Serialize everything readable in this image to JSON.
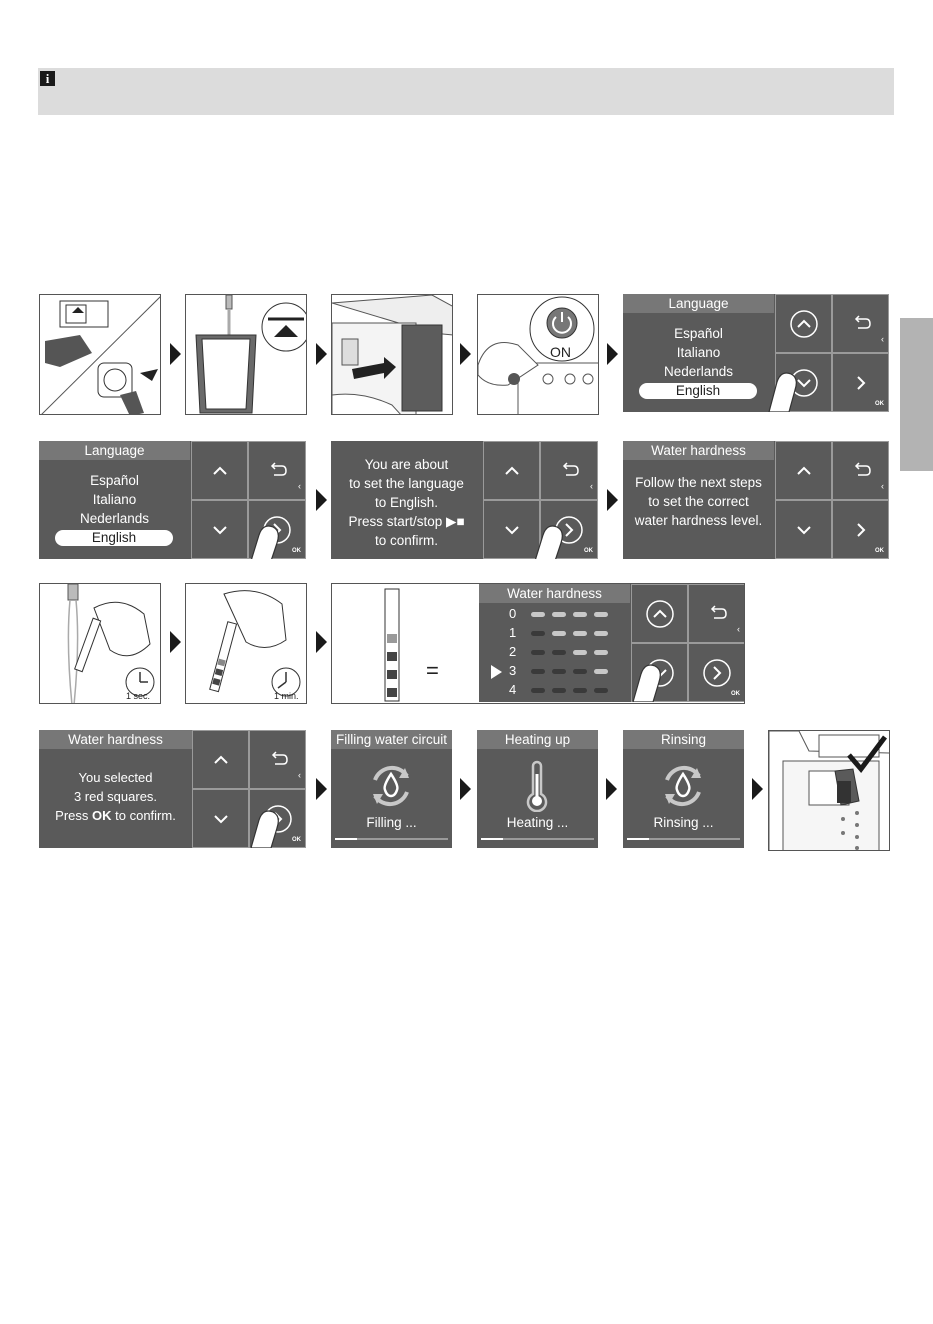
{
  "info": {
    "icon": "info-icon"
  },
  "side_tab": {
    "color": "#b3b3b3"
  },
  "row1": {
    "on_label": "ON",
    "language_screen": {
      "title": "Language",
      "options": [
        "Español",
        "Italiano",
        "Nederlands",
        "English"
      ],
      "selected": "English"
    }
  },
  "row2": {
    "language_screen": {
      "title": "Language",
      "options": [
        "Español",
        "Italiano",
        "Nederlands",
        "English"
      ],
      "selected": "English"
    },
    "confirm_screen": {
      "lines": [
        "You are about",
        "to set the language",
        "to English.",
        "Press start/stop ▶■",
        "to confirm."
      ]
    },
    "hardness_intro": {
      "title": "Water hardness",
      "lines": [
        "Follow the next steps",
        "to set the correct",
        "water hardness level."
      ]
    }
  },
  "row3": {
    "timer1": "1 sec.",
    "timer2": "1 min.",
    "equals": "=",
    "hardness_screen": {
      "title": "Water hardness",
      "levels": [
        "0",
        "1",
        "2",
        "3",
        "4"
      ],
      "selected_level": "3"
    }
  },
  "row4": {
    "selected_screen": {
      "title": "Water hardness",
      "line1": "You selected",
      "line2": "3 red squares.",
      "line3_pre": "Press",
      "line3_ok": "OK",
      "line3_post": "to confirm."
    },
    "filling": {
      "title": "Filling water circuit",
      "status": "Filling ..."
    },
    "heating": {
      "title": "Heating up",
      "status": "Heating ..."
    },
    "rinsing": {
      "title": "Rinsing",
      "status": "Rinsing ..."
    }
  },
  "ok_label": "OK"
}
